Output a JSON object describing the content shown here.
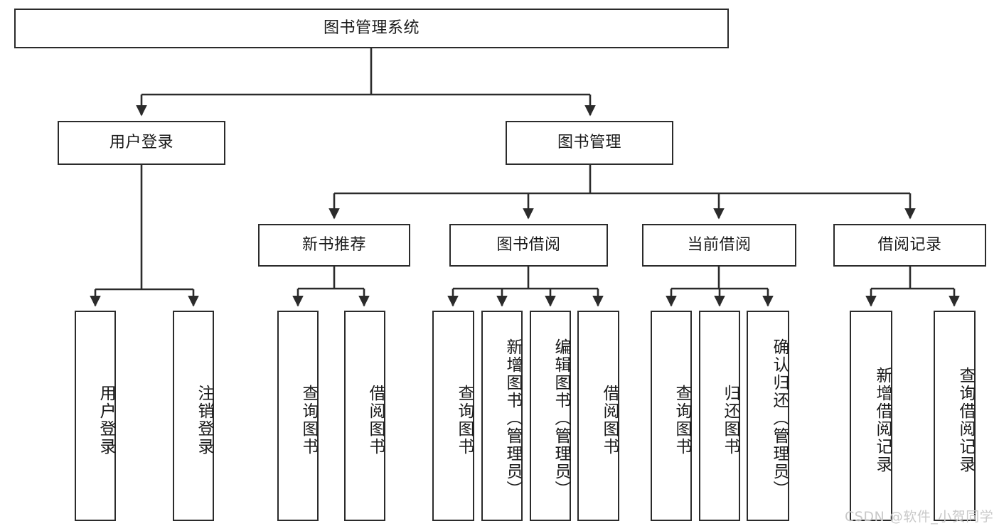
{
  "diagram": {
    "type": "tree",
    "title": "图书管理系统",
    "root": {
      "label": "图书管理系统"
    },
    "level1": [
      {
        "label": "用户登录"
      },
      {
        "label": "图书管理"
      }
    ],
    "level2": [
      {
        "label": "新书推荐"
      },
      {
        "label": "图书借阅"
      },
      {
        "label": "当前借阅"
      },
      {
        "label": "借阅记录"
      }
    ],
    "leaves": {
      "user_login": [
        {
          "label": "用户登录"
        },
        {
          "label": "注销登录"
        }
      ],
      "new_book_recommend": [
        {
          "label": "查询图书"
        },
        {
          "label": "借阅图书"
        }
      ],
      "book_borrow": [
        {
          "label": "查询图书"
        },
        {
          "label": "新增图书（管理员）"
        },
        {
          "label": "编辑图书（管理员）"
        },
        {
          "label": "借阅图书"
        }
      ],
      "current_borrow": [
        {
          "label": "查询图书"
        },
        {
          "label": "归还图书"
        },
        {
          "label": "确认归还（管理员）"
        }
      ],
      "borrow_record": [
        {
          "label": "新增借阅记录"
        },
        {
          "label": "查询借阅记录"
        }
      ]
    }
  },
  "watermark": {
    "text": "CSDN @软件_小贺同学"
  },
  "colors": {
    "border": "#2b2b2b",
    "background": "#ffffff",
    "text": "#1a1a1a",
    "watermark": "#c9c9c9"
  }
}
